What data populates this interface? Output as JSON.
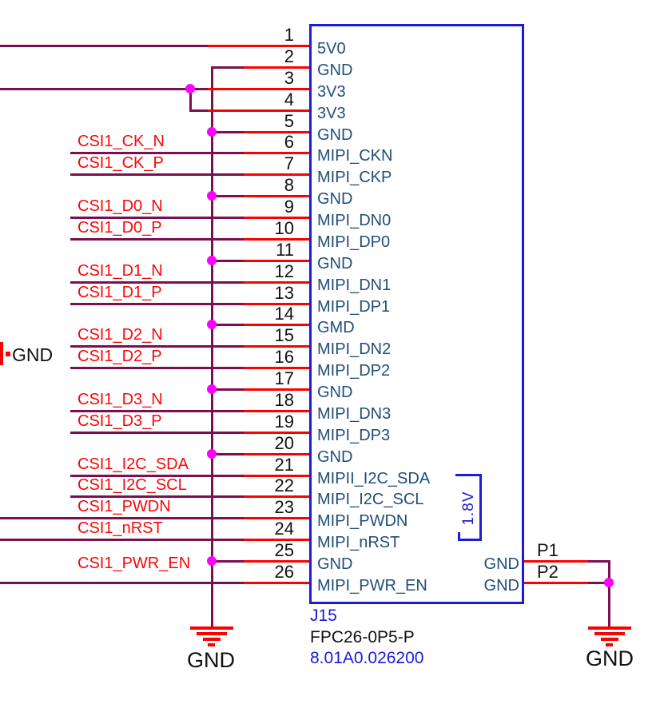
{
  "schematic": {
    "connector": {
      "refdes": "J15",
      "part": "FPC26-0P5-P",
      "mpn": "8.01A0.026200",
      "voltage_note": "1.8V"
    },
    "pins": [
      {
        "number": "1",
        "name": "5V0",
        "net": "",
        "wire": "edge-far"
      },
      {
        "number": "2",
        "name": "GND",
        "net": "",
        "wire": "gnd-first"
      },
      {
        "number": "3",
        "name": "3V3",
        "net": "",
        "wire": "v33-first"
      },
      {
        "number": "4",
        "name": "3V3",
        "net": "",
        "wire": "v33-second"
      },
      {
        "number": "5",
        "name": "GND",
        "net": "",
        "wire": "gnd"
      },
      {
        "number": "6",
        "name": "MIPI_CKN",
        "net": "CSI1_CK_N",
        "wire": "net"
      },
      {
        "number": "7",
        "name": "MIPI_CKP",
        "net": "CSI1_CK_P",
        "wire": "net"
      },
      {
        "number": "8",
        "name": "GND",
        "net": "",
        "wire": "gnd"
      },
      {
        "number": "9",
        "name": "MIPI_DN0",
        "net": "CSI1_D0_N",
        "wire": "net"
      },
      {
        "number": "10",
        "name": "MIPI_DP0",
        "net": "CSI1_D0_P",
        "wire": "net"
      },
      {
        "number": "11",
        "name": "GND",
        "net": "",
        "wire": "gnd"
      },
      {
        "number": "12",
        "name": "MIPI_DN1",
        "net": "CSI1_D1_N",
        "wire": "net"
      },
      {
        "number": "13",
        "name": "MIPI_DP1",
        "net": "CSI1_D1_P",
        "wire": "net"
      },
      {
        "number": "14",
        "name": "GMD",
        "net": "",
        "wire": "gnd"
      },
      {
        "number": "15",
        "name": "MIPI_DN2",
        "net": "CSI1_D2_N",
        "wire": "net"
      },
      {
        "number": "16",
        "name": "MIPI_DP2",
        "net": "CSI1_D2_P",
        "wire": "net"
      },
      {
        "number": "17",
        "name": "GND",
        "net": "",
        "wire": "gnd"
      },
      {
        "number": "18",
        "name": "MIPI_DN3",
        "net": "CSI1_D3_N",
        "wire": "net"
      },
      {
        "number": "19",
        "name": "MIPI_DP3",
        "net": "CSI1_D3_P",
        "wire": "net"
      },
      {
        "number": "20",
        "name": "GND",
        "net": "",
        "wire": "gnd"
      },
      {
        "number": "21",
        "name": "MIPII_I2C_SDA",
        "net": "CSI1_I2C_SDA",
        "wire": "net"
      },
      {
        "number": "22",
        "name": "MIPI_I2C_SCL",
        "net": "CSI1_I2C_SCL",
        "wire": "net"
      },
      {
        "number": "23",
        "name": "MIPI_PWDN",
        "net": "CSI1_PWDN",
        "wire": "edge"
      },
      {
        "number": "24",
        "name": "MIPI_nRST",
        "net": "CSI1_nRST",
        "wire": "edge"
      },
      {
        "number": "25",
        "name": "GND",
        "net": "",
        "wire": "gnd"
      },
      {
        "number": "26",
        "name": "MIPI_PWR_EN",
        "net": "CSI1_PWR_EN",
        "wire": "edge"
      }
    ],
    "right_pins": [
      {
        "number": "P1",
        "name": "GND"
      },
      {
        "number": "P2",
        "name": "GND"
      }
    ],
    "ground_flags": {
      "left": "GND",
      "bottom_left": "GND",
      "bottom_right": "GND"
    },
    "colors": {
      "outline-blue": "#1b1bd8",
      "pin-name-blue": "#1f4e79",
      "wire-red": "#fa0202",
      "net-red": "#f70808",
      "bus-maroon": "#7b0f4f",
      "junction-magenta": "#ff00ff",
      "text-black": "#111111"
    }
  }
}
